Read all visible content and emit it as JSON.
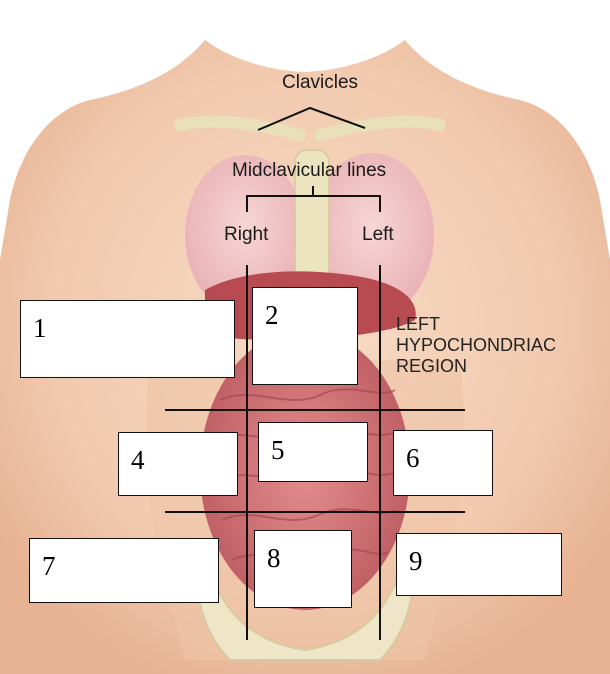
{
  "labels": {
    "clavicles": "Clavicles",
    "midclavicular": "Midclavicular lines",
    "right": "Right",
    "left": "Left",
    "region": [
      "LEFT",
      "HYPOCHONDRIAC",
      "REGION"
    ]
  },
  "boxes": [
    "1",
    "2",
    "4",
    "5",
    "6",
    "7",
    "8",
    "9"
  ],
  "colors": {
    "skin": "#f3cfb6",
    "skin_shadow": "#e6b394",
    "organ": "#c9666c",
    "lung": "#f0c2c4",
    "bone": "#ece4c4",
    "line": "#111111"
  }
}
